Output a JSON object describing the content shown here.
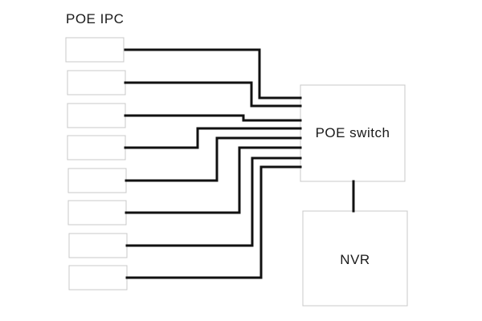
{
  "diagram": {
    "ipc_group_title": "POE IPC",
    "camera_count": 8,
    "switch_label": "POE switch",
    "nvr_label": "NVR"
  },
  "colors": {
    "wire": "#111111",
    "box_border": "#c8c8c8",
    "background": "#ffffff",
    "text": "#1a1a1a"
  }
}
